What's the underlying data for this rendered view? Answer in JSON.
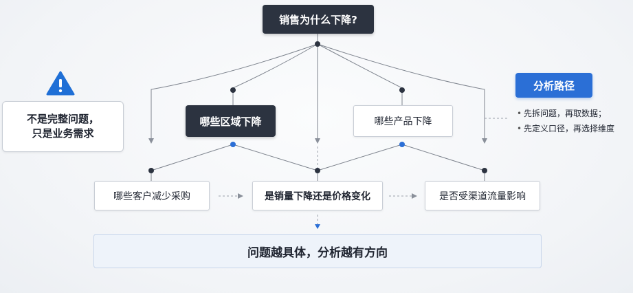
{
  "title": "销售为什么下降?",
  "branches": {
    "region": "哪些区域下降",
    "product": "哪些产品下降"
  },
  "factors": [
    "哪些客户减少采购",
    "是销量下降还是价格变化",
    "是否受渠道流量影响"
  ],
  "conclusion": "问题越具体，分析越有方向",
  "warning": {
    "line1": "不是完整问题，",
    "line2": "只是业务需求",
    "icon": "warning-triangle-icon"
  },
  "analysis_path": {
    "label": "分析路径",
    "steps": [
      "先拆问题，再取数据；",
      "先定义口径，再选择维度"
    ]
  },
  "colors": {
    "dark": "#2c3340",
    "accent": "#2b6fd6",
    "warning": "#1f6fd6"
  }
}
